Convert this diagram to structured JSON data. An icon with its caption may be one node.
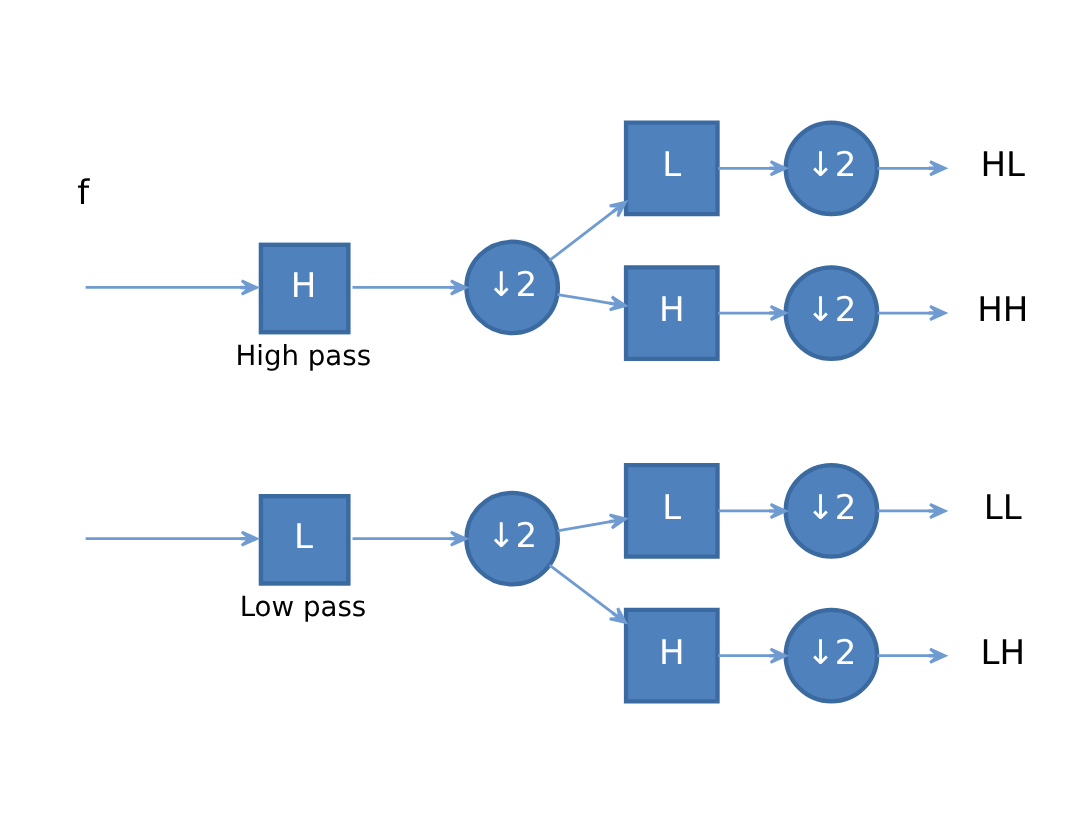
{
  "diagram": {
    "nodes": [
      {
        "text": [
          "L"
        ],
        "beside": [
          "Low pass"
        ]
      },
      {
        "text": [
          "↓2"
        ]
      },
      {
        "text": [
          "L"
        ]
      },
      {
        "text": [
          "↓2"
        ]
      },
      {
        "text": [
          "LL"
        ]
      },
      {
        "text": [
          "H"
        ]
      },
      {
        "text": [
          "↓2"
        ]
      },
      {
        "text": [
          "LH"
        ]
      },
      {
        "text": [
          "L"
        ]
      },
      {
        "text": [
          "↓2"
        ]
      },
      {
        "text": [
          "HL"
        ]
      },
      {
        "text": [
          "H"
        ],
        "beside": [
          "High pass"
        ]
      },
      {
        "text": [
          "↓2"
        ]
      },
      {
        "text": [
          "H"
        ]
      },
      {
        "text": [
          "↓2"
        ]
      },
      {
        "text": [
          "HH"
        ]
      }
    ],
    "edges": [
      {
        "from": null,
        "to": 0,
        "arrow": "to"
      },
      {
        "from": null,
        "to": 11,
        "arrow": "to"
      },
      {
        "from": 0,
        "to": 1,
        "arrow": "to"
      },
      {
        "from": 1,
        "to": 2,
        "arrow": "to"
      },
      {
        "from": 1,
        "to": 5,
        "arrow": "to"
      },
      {
        "from": 2,
        "to": 3,
        "arrow": "to"
      },
      {
        "from": 3,
        "to": 4,
        "arrow": "to"
      },
      {
        "from": 5,
        "to": 6,
        "arrow": "to"
      },
      {
        "from": 6,
        "to": 7,
        "arrow": "to"
      },
      {
        "from": 11,
        "to": 12,
        "arrow": "to"
      },
      {
        "from": 12,
        "to": 8,
        "arrow": "to"
      },
      {
        "from": 12,
        "to": 13,
        "arrow": "to"
      },
      {
        "from": 8,
        "to": 9,
        "arrow": "to"
      },
      {
        "from": 9,
        "to": 10,
        "arrow": "to"
      },
      {
        "from": 13,
        "to": 14,
        "arrow": "to"
      },
      {
        "from": 14,
        "to": 15,
        "arrow": "to"
      }
    ],
    "labels": [
      "f"
    ]
  }
}
